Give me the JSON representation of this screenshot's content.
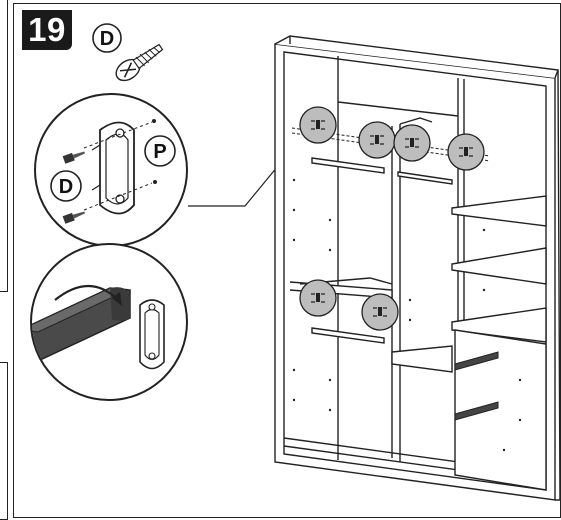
{
  "step": {
    "number": "19"
  },
  "parts": {
    "screw_label": "D",
    "bracket_label": "P",
    "detail_screw_label": "D"
  },
  "colors": {
    "badge_bg": "#1a1a1a",
    "highlight": "#bdbdbd",
    "line": "#222222",
    "rail": "#4a4a4a"
  }
}
